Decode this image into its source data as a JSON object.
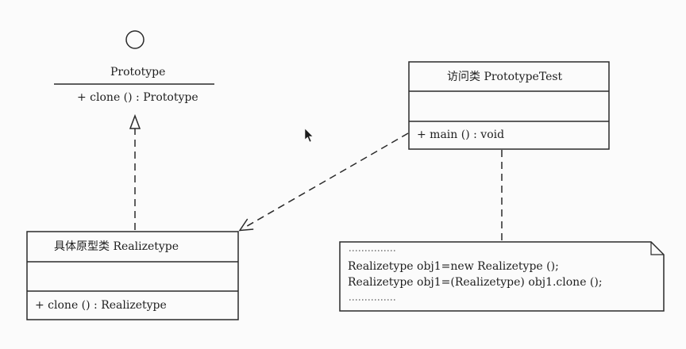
{
  "interface": {
    "name": "Prototype",
    "method": "+ clone () : Prototype"
  },
  "client": {
    "name": "访问类 PrototypeTest",
    "method": "+ main () : void"
  },
  "concrete": {
    "name": "具体原型类 Realizetype",
    "method": "+ clone () : Realizetype"
  },
  "note": {
    "lines": [
      "Realizetype obj1=new Realizetype ();",
      "Realizetype obj1=(Realizetype) obj1.clone ();"
    ]
  },
  "colors": {
    "stroke": "#2a2a2a",
    "background": "#fbfbfb"
  }
}
